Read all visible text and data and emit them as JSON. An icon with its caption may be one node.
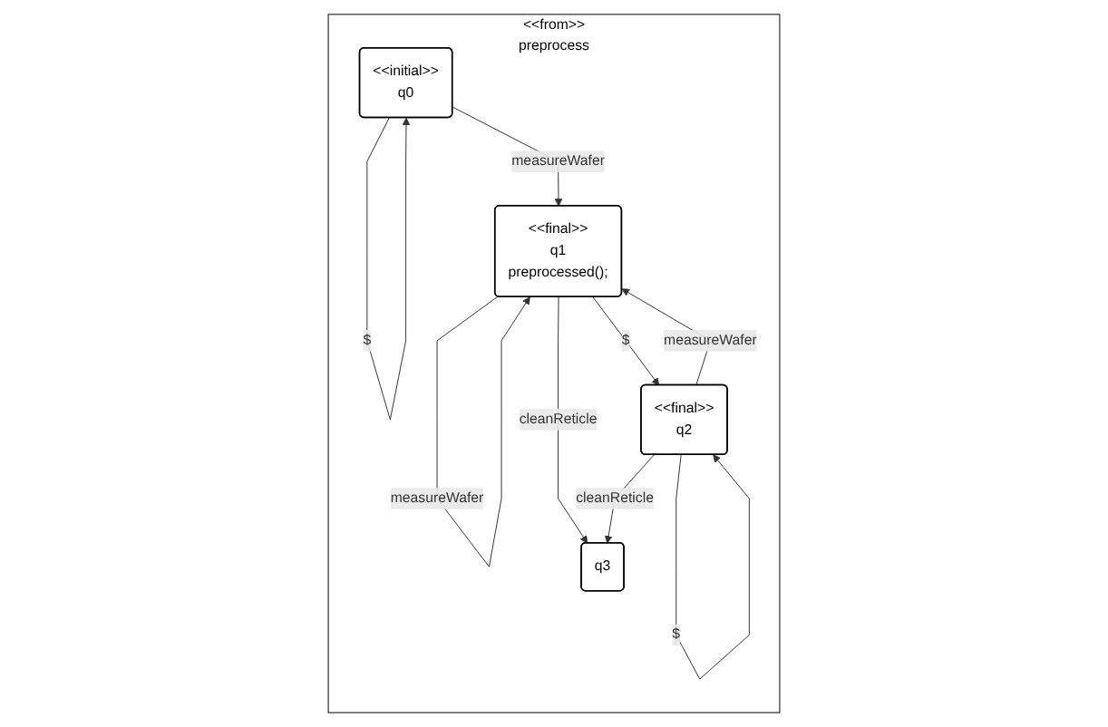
{
  "diagram": {
    "nodes": [
      {
        "text": [
          "<<from>>",
          "preprocess"
        ]
      },
      {
        "text": [
          "<<initial>>",
          "q0"
        ],
        "in": 0
      },
      {
        "text": [
          "<<final>>",
          "q1",
          "preprocessed();"
        ],
        "in": 0
      },
      {
        "text": [
          "q3"
        ],
        "in": 0
      },
      {
        "text": [
          "<<final>>",
          "q2"
        ],
        "in": 0
      }
    ],
    "edges": [
      {
        "from": 1,
        "to": 1,
        "arrow": "to",
        "label": "$"
      },
      {
        "from": 1,
        "to": 2,
        "arrow": "to",
        "label": "measureWafer"
      },
      {
        "from": 2,
        "to": 2,
        "arrow": "to",
        "label": "measureWafer"
      },
      {
        "from": 2,
        "to": 3,
        "arrow": "to",
        "label": "cleanReticle"
      },
      {
        "from": 2,
        "to": 4,
        "arrow": "to",
        "label": "$"
      },
      {
        "from": 4,
        "to": 2,
        "arrow": "to",
        "label": "measureWafer"
      },
      {
        "from": 4,
        "to": 3,
        "arrow": "to",
        "label": "cleanReticle"
      },
      {
        "from": 4,
        "to": 4,
        "arrow": "to",
        "label": "$"
      }
    ]
  }
}
